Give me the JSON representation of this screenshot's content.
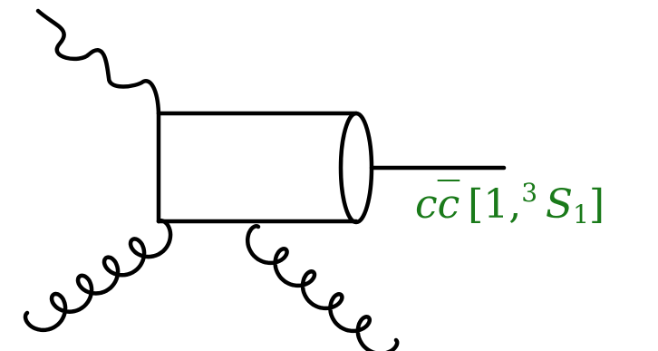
{
  "diagram": {
    "label_color": "#1a7a1a",
    "line_color": "#000000",
    "state_label": {
      "quark": "c",
      "antiquark": "c",
      "open_bracket": "[",
      "color_index": "1",
      "separator": ",",
      "spin_superscript": "3",
      "orbital": "S",
      "j_subscript": "1",
      "close_bracket": "]"
    },
    "lines": [
      "photon-wavy-line",
      "gluon-curly-line-left",
      "gluon-curly-line-bottom",
      "quark-box",
      "outgoing-state-line"
    ]
  }
}
